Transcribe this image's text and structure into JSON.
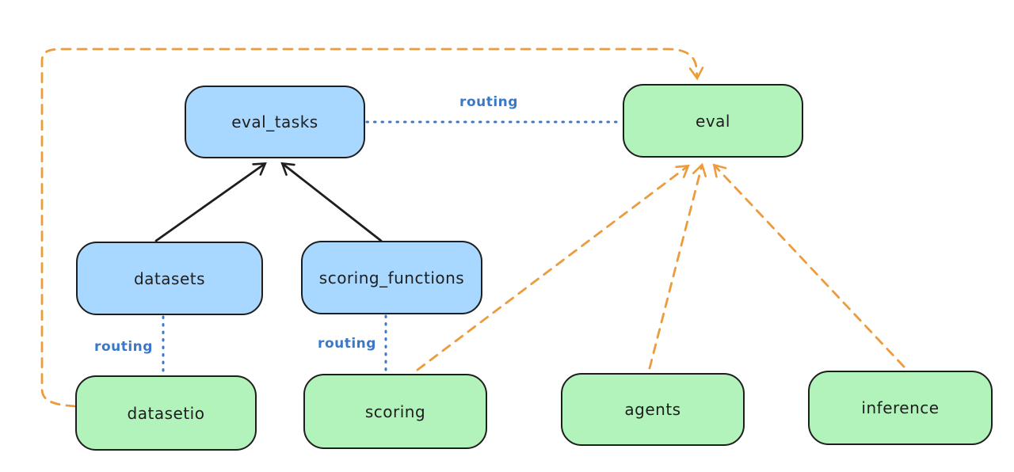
{
  "diagram": {
    "nodes": {
      "eval_tasks": {
        "label": "eval_tasks",
        "kind": "registry"
      },
      "eval": {
        "label": "eval",
        "kind": "provider"
      },
      "datasets": {
        "label": "datasets",
        "kind": "registry"
      },
      "scoring_functions": {
        "label": "scoring_functions",
        "kind": "registry"
      },
      "datasetio": {
        "label": "datasetio",
        "kind": "provider"
      },
      "scoring": {
        "label": "scoring",
        "kind": "provider"
      },
      "agents": {
        "label": "agents",
        "kind": "provider"
      },
      "inference": {
        "label": "inference",
        "kind": "provider"
      }
    },
    "edges": [
      {
        "from": "datasets",
        "to": "eval_tasks",
        "style": "solid-arrow",
        "label": ""
      },
      {
        "from": "scoring_functions",
        "to": "eval_tasks",
        "style": "solid-arrow",
        "label": ""
      },
      {
        "from": "eval_tasks",
        "to": "eval",
        "style": "dotted",
        "label": "routing"
      },
      {
        "from": "datasets",
        "to": "datasetio",
        "style": "dotted",
        "label": "routing"
      },
      {
        "from": "scoring_functions",
        "to": "scoring",
        "style": "dotted",
        "label": "routing"
      },
      {
        "from": "datasetio",
        "to": "eval",
        "style": "dashed-arrow",
        "label": ""
      },
      {
        "from": "scoring",
        "to": "eval",
        "style": "dashed-arrow",
        "label": ""
      },
      {
        "from": "agents",
        "to": "eval",
        "style": "dashed-arrow",
        "label": ""
      },
      {
        "from": "inference",
        "to": "eval",
        "style": "dashed-arrow",
        "label": ""
      }
    ]
  },
  "colors": {
    "background": "#ffffff",
    "stroke": "#1e1e1e",
    "registry_fill": "#a8d8ff",
    "provider_fill": "#b2f2bb",
    "routing_color": "#3b78c8",
    "provider_edge": "#ec9b3d"
  }
}
